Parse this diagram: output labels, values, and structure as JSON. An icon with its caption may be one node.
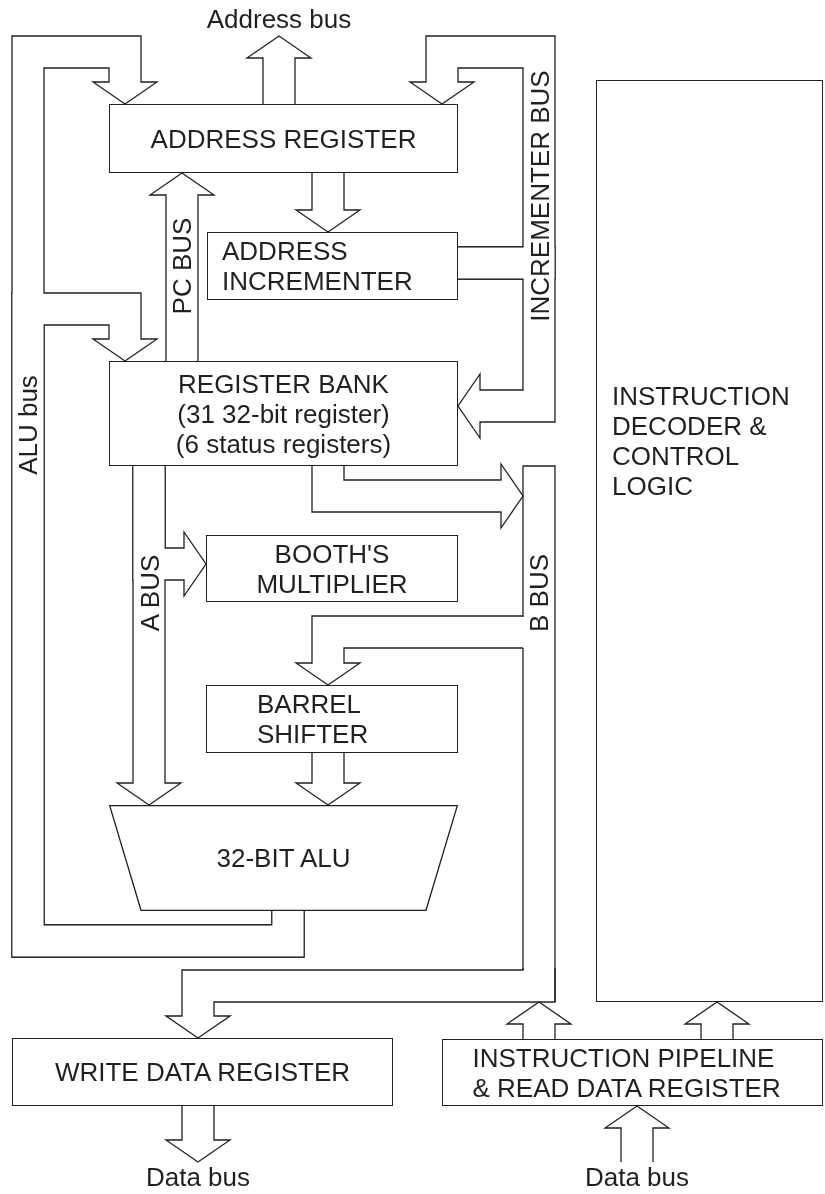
{
  "diagram": {
    "nodes": [
      {
        "text": [
          "Address bus"
        ]
      },
      {
        "text": [
          "ADDRESS REGISTER"
        ]
      },
      {
        "text": [
          "ADDRESS INCREMENTER"
        ]
      },
      {
        "text": [
          "REGISTER BANK",
          "(31 32-bit register)",
          "(6 status registers)"
        ]
      },
      {
        "text": [
          "BOOTH'S MULTIPLIER"
        ]
      },
      {
        "text": [
          "B BUS"
        ]
      },
      {
        "text": [
          "BARREL SHIFTER"
        ]
      },
      {
        "text": [
          "32-BIT ALU"
        ]
      },
      {
        "text": [
          "INSTRUCTION DECODER & CONTROL LOGIC"
        ]
      },
      {
        "text": [
          "WRITE DATA REGISTER"
        ]
      },
      {
        "text": [
          "INSTRUCTION PIPELINE & READ DATA REGISTER"
        ]
      },
      {
        "text": [
          "Data bus"
        ]
      },
      {
        "text": [
          "Data bus"
        ]
      }
    ],
    "edges": [
      {
        "from": 1,
        "to": 0,
        "arrow": "to"
      },
      {
        "from": 7,
        "to": 1,
        "arrow": "to",
        "label": "ALU bus"
      },
      {
        "from": 7,
        "to": 3,
        "arrow": "to"
      },
      {
        "from": 3,
        "to": 1,
        "arrow": "to",
        "label": "PC BUS"
      },
      {
        "from": 1,
        "to": 2,
        "arrow": "to"
      },
      {
        "from": 2,
        "to": 1,
        "arrow": "to",
        "label": "INCREMENTER BUS"
      },
      {
        "from": 2,
        "to": 3,
        "arrow": "to"
      },
      {
        "from": 3,
        "to": 4,
        "arrow": "to"
      },
      {
        "from": 3,
        "to": 7,
        "arrow": "to",
        "label": "A BUS"
      },
      {
        "from": 3,
        "to": 5,
        "arrow": "to"
      },
      {
        "from": 5,
        "to": 6,
        "arrow": "to"
      },
      {
        "from": 6,
        "to": 7,
        "arrow": "to"
      },
      {
        "from": 5,
        "to": 9,
        "arrow": "to"
      },
      {
        "from": 10,
        "to": 5,
        "arrow": "to"
      },
      {
        "from": 10,
        "to": 8,
        "arrow": "to"
      },
      {
        "from": 9,
        "to": 11,
        "arrow": "to"
      },
      {
        "from": 12,
        "to": 10,
        "arrow": "to"
      }
    ]
  }
}
